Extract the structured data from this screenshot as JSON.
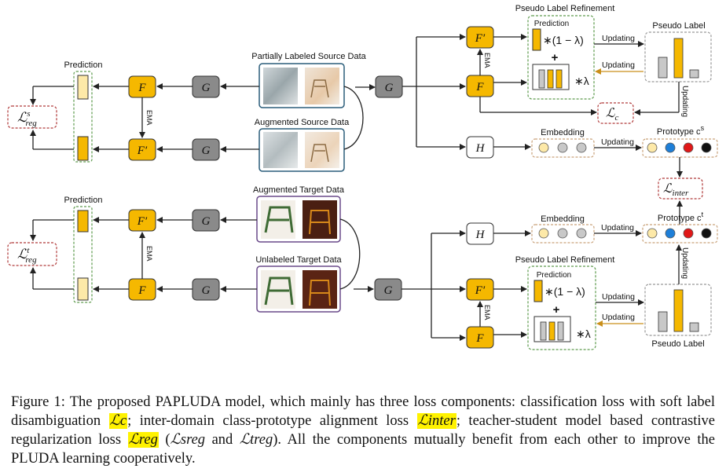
{
  "diagram": {
    "pseudo_label_refinement": "Pseudo Label Refinement",
    "prediction": "Prediction",
    "pseudo_label": "Pseudo Label",
    "updating": "Updating",
    "ema": "EMA",
    "embedding": "Embedding",
    "prototype_s": "Prototype c",
    "prototype_s_sup": "s",
    "prototype_t": "Prototype c",
    "prototype_t_sup": "t",
    "weight_top": "∗(1 − λ)",
    "weight_bottom": "∗λ",
    "plus": "+",
    "source_partial_title": "Partially Labeled Source Data",
    "source_aug_title": "Augmented Source Data",
    "target_aug_title": "Augmented Target Data",
    "target_unlabeled_title": "Unlabeled Target Data",
    "node_F": "F",
    "node_Fp": "F′",
    "node_G": "G",
    "node_H": "H",
    "loss_reg_s": "ℒ",
    "loss_reg_s_sup": "s",
    "loss_reg_sub": "reg",
    "loss_reg_t": "ℒ",
    "loss_reg_t_sup": "t",
    "loss_c": "ℒ",
    "loss_c_sub": "c",
    "loss_inter": "ℒ",
    "loss_inter_sub": "inter"
  },
  "caption": {
    "p1": "Figure 1: The proposed PAPLUDA model, which mainly has three loss components: classification loss with soft label disambiguation ",
    "Lc": "ℒc",
    "p2": "; inter-domain class-prototype alignment loss ",
    "Linter": "ℒinter",
    "p3": "; teacher-student model based contrastive regularization loss ",
    "Lreg": "ℒreg",
    "p4": " (",
    "Lreg_s": "ℒsreg",
    "p5": " and ",
    "Lreg_t": "ℒtreg",
    "p6": "). All the components mutually benefit from each other to improve the PLUDA learning cooperatively."
  },
  "colors": {
    "orange": "#f5b800",
    "lightorange": "#fde9a8",
    "gray": "#8a8a8a",
    "green_border": "#5e9b4e",
    "red_border": "#b03a3a",
    "blue": "#1e7fd8",
    "red": "#e01818",
    "black": "#111111",
    "source_border": "#2a5d7a",
    "target_border": "#6a4a8a",
    "arrow_orange": "#c98f1a",
    "highlight": "#fff200"
  }
}
